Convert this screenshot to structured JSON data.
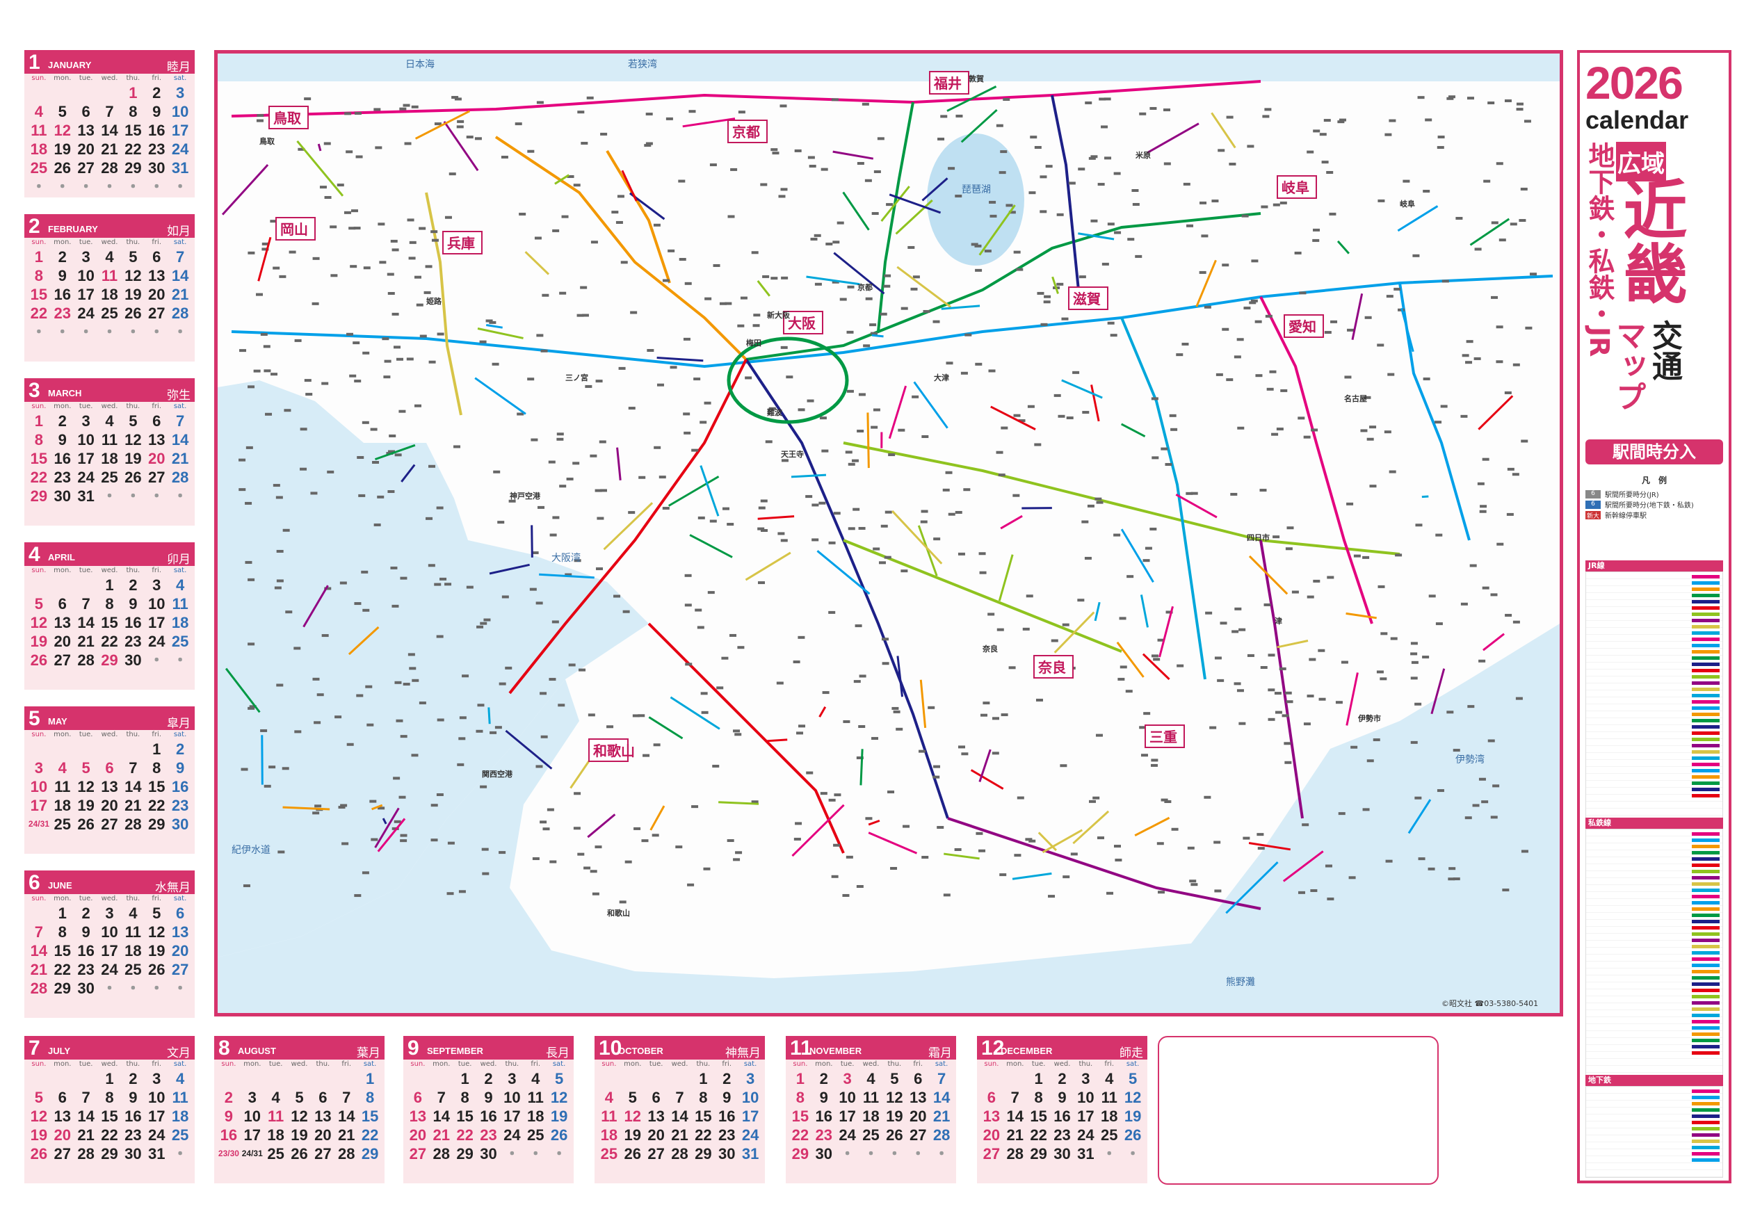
{
  "weekdays": [
    "sun.",
    "mon.",
    "tue.",
    "wed.",
    "thu.",
    "fri.",
    "sat."
  ],
  "months": [
    {
      "num": "1",
      "name": "JANUARY",
      "jp": "睦月",
      "weeks": [
        [
          "",
          "",
          "",
          "",
          "1",
          "2",
          "3"
        ],
        [
          "4",
          "5",
          "6",
          "7",
          "8",
          "9",
          "10"
        ],
        [
          "11",
          "12",
          "13",
          "14",
          "15",
          "16",
          "17"
        ],
        [
          "18",
          "19",
          "20",
          "21",
          "22",
          "23",
          "24"
        ],
        [
          "25",
          "26",
          "27",
          "28",
          "29",
          "30",
          "31"
        ],
        [
          "・",
          "・",
          "・",
          "・",
          "・",
          "・",
          "・"
        ]
      ],
      "holidays": [
        "1",
        "12"
      ]
    },
    {
      "num": "2",
      "name": "FEBRUARY",
      "jp": "如月",
      "weeks": [
        [
          "1",
          "2",
          "3",
          "4",
          "5",
          "6",
          "7"
        ],
        [
          "8",
          "9",
          "10",
          "11",
          "12",
          "13",
          "14"
        ],
        [
          "15",
          "16",
          "17",
          "18",
          "19",
          "20",
          "21"
        ],
        [
          "22",
          "23",
          "24",
          "25",
          "26",
          "27",
          "28"
        ],
        [
          "・",
          "・",
          "・",
          "・",
          "・",
          "・",
          "・"
        ]
      ],
      "holidays": [
        "11",
        "23"
      ]
    },
    {
      "num": "3",
      "name": "MARCH",
      "jp": "弥生",
      "weeks": [
        [
          "1",
          "2",
          "3",
          "4",
          "5",
          "6",
          "7"
        ],
        [
          "8",
          "9",
          "10",
          "11",
          "12",
          "13",
          "14"
        ],
        [
          "15",
          "16",
          "17",
          "18",
          "19",
          "20",
          "21"
        ],
        [
          "22",
          "23",
          "24",
          "25",
          "26",
          "27",
          "28"
        ],
        [
          "29",
          "30",
          "31",
          "・",
          "・",
          "・",
          "・"
        ]
      ],
      "holidays": [
        "20"
      ]
    },
    {
      "num": "4",
      "name": "APRIL",
      "jp": "卯月",
      "weeks": [
        [
          "",
          "",
          "",
          "1",
          "2",
          "3",
          "4"
        ],
        [
          "5",
          "6",
          "7",
          "8",
          "9",
          "10",
          "11"
        ],
        [
          "12",
          "13",
          "14",
          "15",
          "16",
          "17",
          "18"
        ],
        [
          "19",
          "20",
          "21",
          "22",
          "23",
          "24",
          "25"
        ],
        [
          "26",
          "27",
          "28",
          "29",
          "30",
          "・",
          "・"
        ]
      ],
      "holidays": [
        "29"
      ]
    },
    {
      "num": "5",
      "name": "MAY",
      "jp": "皐月",
      "weeks": [
        [
          "",
          "",
          "",
          "",
          "",
          "1",
          "2"
        ],
        [
          "3",
          "4",
          "5",
          "6",
          "7",
          "8",
          "9"
        ],
        [
          "10",
          "11",
          "12",
          "13",
          "14",
          "15",
          "16"
        ],
        [
          "17",
          "18",
          "19",
          "20",
          "21",
          "22",
          "23"
        ],
        [
          "24/31",
          "25",
          "26",
          "27",
          "28",
          "29",
          "30"
        ]
      ],
      "holidays": [
        "3",
        "4",
        "5",
        "6"
      ]
    },
    {
      "num": "6",
      "name": "JUNE",
      "jp": "水無月",
      "weeks": [
        [
          "",
          "1",
          "2",
          "3",
          "4",
          "5",
          "6"
        ],
        [
          "7",
          "8",
          "9",
          "10",
          "11",
          "12",
          "13"
        ],
        [
          "14",
          "15",
          "16",
          "17",
          "18",
          "19",
          "20"
        ],
        [
          "21",
          "22",
          "23",
          "24",
          "25",
          "26",
          "27"
        ],
        [
          "28",
          "29",
          "30",
          "・",
          "・",
          "・",
          "・"
        ]
      ],
      "holidays": []
    },
    {
      "num": "7",
      "name": "JULY",
      "jp": "文月",
      "weeks": [
        [
          "",
          "",
          "",
          "1",
          "2",
          "3",
          "4"
        ],
        [
          "5",
          "6",
          "7",
          "8",
          "9",
          "10",
          "11"
        ],
        [
          "12",
          "13",
          "14",
          "15",
          "16",
          "17",
          "18"
        ],
        [
          "19",
          "20",
          "21",
          "22",
          "23",
          "24",
          "25"
        ],
        [
          "26",
          "27",
          "28",
          "29",
          "30",
          "31",
          "・"
        ]
      ],
      "holidays": [
        "20"
      ]
    },
    {
      "num": "8",
      "name": "AUGUST",
      "jp": "葉月",
      "weeks": [
        [
          "",
          "",
          "",
          "",
          "",
          "",
          "1"
        ],
        [
          "2",
          "3",
          "4",
          "5",
          "6",
          "7",
          "8"
        ],
        [
          "9",
          "10",
          "11",
          "12",
          "13",
          "14",
          "15"
        ],
        [
          "16",
          "17",
          "18",
          "19",
          "20",
          "21",
          "22"
        ],
        [
          "23/30",
          "24/31",
          "25",
          "26",
          "27",
          "28",
          "29"
        ]
      ],
      "holidays": [
        "11"
      ]
    },
    {
      "num": "9",
      "name": "SEPTEMBER",
      "jp": "長月",
      "weeks": [
        [
          "",
          "",
          "1",
          "2",
          "3",
          "4",
          "5"
        ],
        [
          "6",
          "7",
          "8",
          "9",
          "10",
          "11",
          "12"
        ],
        [
          "13",
          "14",
          "15",
          "16",
          "17",
          "18",
          "19"
        ],
        [
          "20",
          "21",
          "22",
          "23",
          "24",
          "25",
          "26"
        ],
        [
          "27",
          "28",
          "29",
          "30",
          "・",
          "・",
          "・"
        ]
      ],
      "holidays": [
        "21",
        "22",
        "23"
      ]
    },
    {
      "num": "10",
      "name": "OCTOBER",
      "jp": "神無月",
      "weeks": [
        [
          "",
          "",
          "",
          "",
          "1",
          "2",
          "3"
        ],
        [
          "4",
          "5",
          "6",
          "7",
          "8",
          "9",
          "10"
        ],
        [
          "11",
          "12",
          "13",
          "14",
          "15",
          "16",
          "17"
        ],
        [
          "18",
          "19",
          "20",
          "21",
          "22",
          "23",
          "24"
        ],
        [
          "25",
          "26",
          "27",
          "28",
          "29",
          "30",
          "31"
        ]
      ],
      "holidays": [
        "12"
      ]
    },
    {
      "num": "11",
      "name": "NOVEMBER",
      "jp": "霜月",
      "weeks": [
        [
          "1",
          "2",
          "3",
          "4",
          "5",
          "6",
          "7"
        ],
        [
          "8",
          "9",
          "10",
          "11",
          "12",
          "13",
          "14"
        ],
        [
          "15",
          "16",
          "17",
          "18",
          "19",
          "20",
          "21"
        ],
        [
          "22",
          "23",
          "24",
          "25",
          "26",
          "27",
          "28"
        ],
        [
          "29",
          "30",
          "・",
          "・",
          "・",
          "・",
          "・"
        ]
      ],
      "holidays": [
        "3",
        "23"
      ]
    },
    {
      "num": "12",
      "name": "DECEMBER",
      "jp": "師走",
      "weeks": [
        [
          "",
          "",
          "1",
          "2",
          "3",
          "4",
          "5"
        ],
        [
          "6",
          "7",
          "8",
          "9",
          "10",
          "11",
          "12"
        ],
        [
          "13",
          "14",
          "15",
          "16",
          "17",
          "18",
          "19"
        ],
        [
          "20",
          "21",
          "22",
          "23",
          "24",
          "25",
          "26"
        ],
        [
          "27",
          "28",
          "29",
          "30",
          "31",
          "・",
          "・"
        ]
      ],
      "holidays": []
    }
  ],
  "title": {
    "year": "2026",
    "calendar": "calendar",
    "sub1": "地下鉄・私鉄・JR",
    "kouiki": "広域",
    "kinki": "近畿",
    "kotsu": "交通",
    "map": "マップ",
    "eki": "駅間時分入"
  },
  "legend": {
    "heading": "凡　例",
    "rows": [
      {
        "key": "6",
        "text": "駅間所要時分(JR)"
      },
      {
        "key": "6",
        "text": "駅間所要時分(地下鉄・私鉄)"
      },
      {
        "key": "新大阪",
        "text": "新幹線停車駅"
      }
    ],
    "sections": [
      "JR線",
      "私鉄線",
      "地下鉄"
    ]
  },
  "map": {
    "prefectures": [
      "鳥取",
      "岡山",
      "兵庫",
      "京都",
      "福井",
      "滋賀",
      "岐阜",
      "愛知",
      "大阪",
      "奈良",
      "三重",
      "和歌山"
    ],
    "seas": [
      "日本海",
      "若狭湾",
      "大阪湾",
      "紀伊水道",
      "伊勢湾",
      "熊野灘"
    ],
    "lakes": [
      "琵琶湖"
    ],
    "stations": [
      "鳥取",
      "姫路",
      "三ノ宮",
      "新大阪",
      "京都",
      "米原",
      "名古屋",
      "関西空港",
      "和歌山",
      "奈良",
      "津",
      "敦賀",
      "岐阜",
      "四日市",
      "伊勢市",
      "天王寺",
      "難波",
      "梅田",
      "神戸空港",
      "大津"
    ],
    "line_colors": [
      "#e4007f",
      "#00a0e9",
      "#f39800",
      "#009944",
      "#1d2088",
      "#e60012",
      "#8fc31f",
      "#920783",
      "#d7c447",
      "#00a7db"
    ],
    "credit": "©昭文社 ☎03-5380-5401"
  }
}
